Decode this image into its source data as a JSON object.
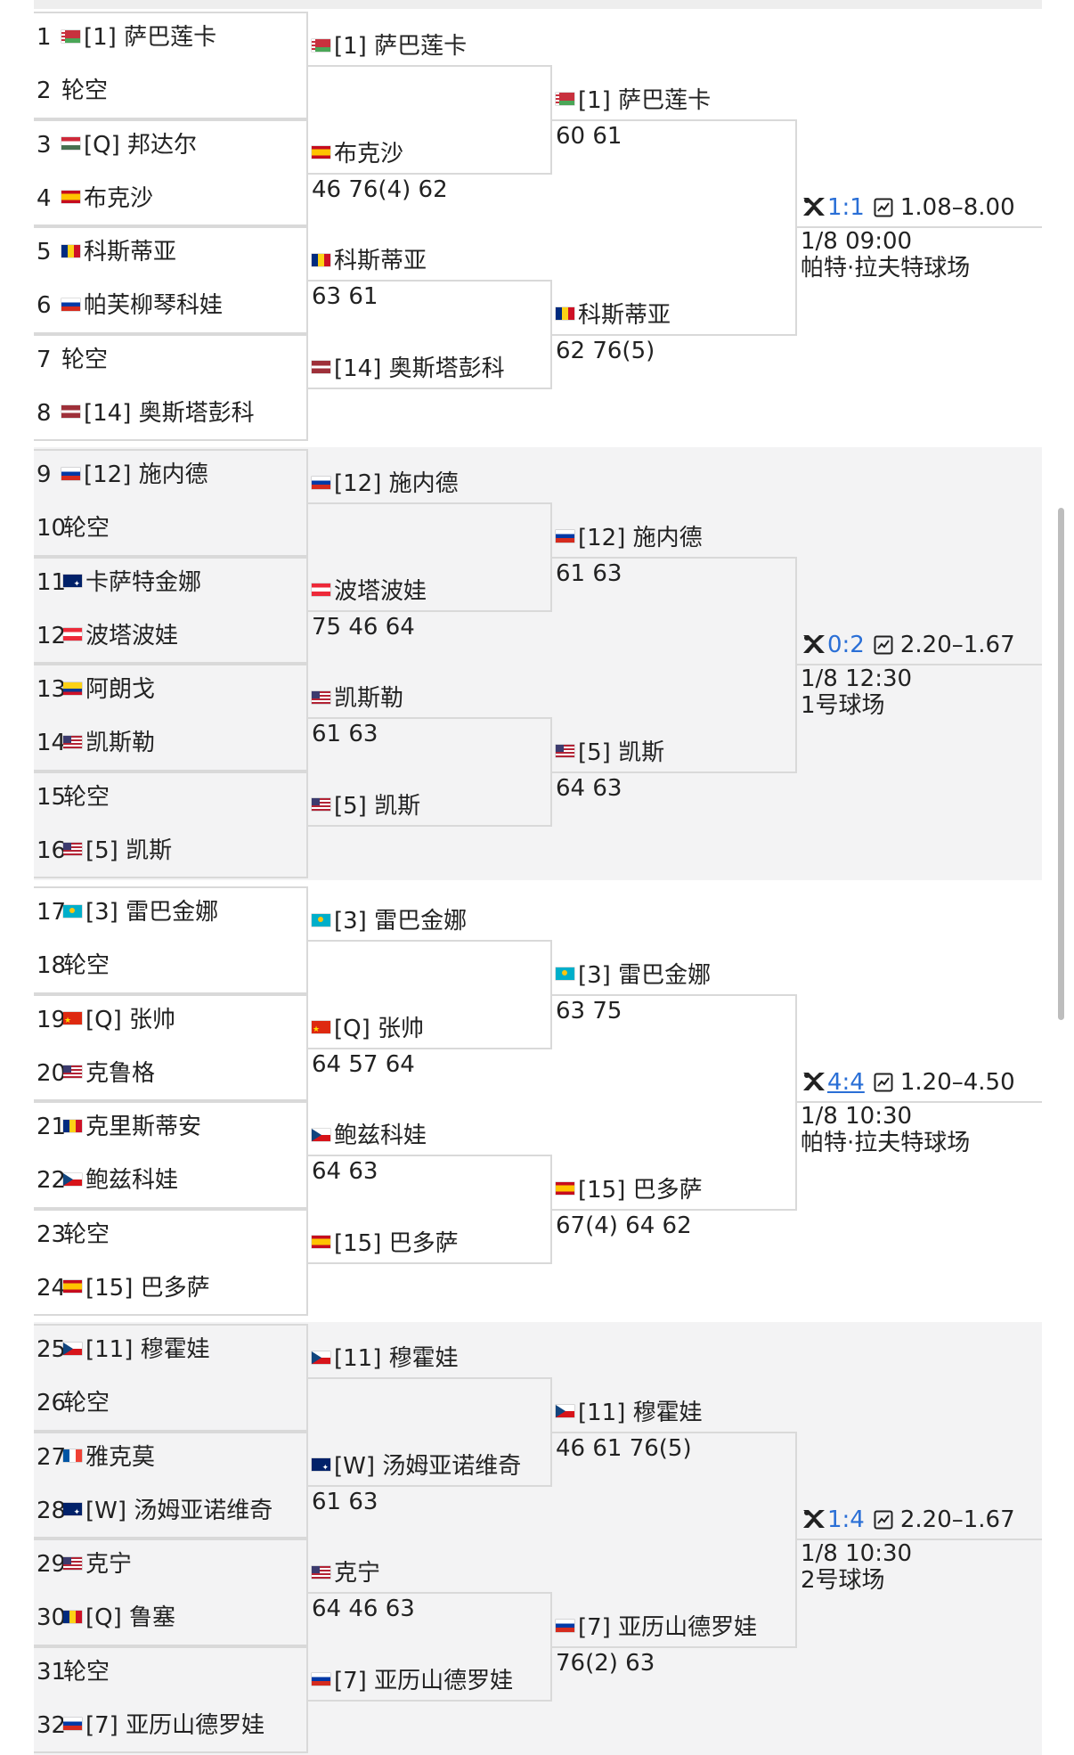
{
  "r1": [
    {
      "num": "1",
      "flag": "by",
      "name": "[1] 萨巴莲卡"
    },
    {
      "num": "2",
      "flag": "",
      "name": "轮空"
    },
    {
      "num": "3",
      "flag": "hu",
      "name": "[Q] 邦达尔"
    },
    {
      "num": "4",
      "flag": "es",
      "name": "布克沙"
    },
    {
      "num": "5",
      "flag": "ro",
      "name": "科斯蒂亚"
    },
    {
      "num": "6",
      "flag": "ru",
      "name": "帕芙柳琴科娃"
    },
    {
      "num": "7",
      "flag": "",
      "name": "轮空"
    },
    {
      "num": "8",
      "flag": "lv",
      "name": "[14] 奥斯塔彭科"
    },
    {
      "num": "9",
      "flag": "ru",
      "name": "[12] 施内德"
    },
    {
      "num": "10",
      "flag": "",
      "name": "轮空"
    },
    {
      "num": "11",
      "flag": "au",
      "name": "卡萨特金娜"
    },
    {
      "num": "12",
      "flag": "at",
      "name": "波塔波娃"
    },
    {
      "num": "13",
      "flag": "co",
      "name": "阿朗戈"
    },
    {
      "num": "14",
      "flag": "us",
      "name": "凯斯勒"
    },
    {
      "num": "15",
      "flag": "",
      "name": "轮空"
    },
    {
      "num": "16",
      "flag": "us",
      "name": "[5] 凯斯"
    },
    {
      "num": "17",
      "flag": "kz",
      "name": "[3] 雷巴金娜"
    },
    {
      "num": "18",
      "flag": "",
      "name": "轮空"
    },
    {
      "num": "19",
      "flag": "cn",
      "name": "[Q] 张帅"
    },
    {
      "num": "20",
      "flag": "us",
      "name": "克鲁格"
    },
    {
      "num": "21",
      "flag": "ro",
      "name": "克里斯蒂安"
    },
    {
      "num": "22",
      "flag": "cz",
      "name": "鲍兹科娃"
    },
    {
      "num": "23",
      "flag": "",
      "name": "轮空"
    },
    {
      "num": "24",
      "flag": "es",
      "name": "[15] 巴多萨"
    },
    {
      "num": "25",
      "flag": "cz",
      "name": "[11] 穆霍娃"
    },
    {
      "num": "26",
      "flag": "",
      "name": "轮空"
    },
    {
      "num": "27",
      "flag": "fr",
      "name": "雅克莫"
    },
    {
      "num": "28",
      "flag": "au",
      "name": "[W] 汤姆亚诺维奇"
    },
    {
      "num": "29",
      "flag": "us",
      "name": "克宁"
    },
    {
      "num": "30",
      "flag": "ro",
      "name": "[Q] 鲁塞"
    },
    {
      "num": "31",
      "flag": "",
      "name": "轮空"
    },
    {
      "num": "32",
      "flag": "ru",
      "name": "[7] 亚历山德罗娃"
    }
  ],
  "r2": [
    {
      "flag": "by",
      "name": "[1] 萨巴莲卡",
      "score": ""
    },
    {
      "flag": "es",
      "name": "布克沙",
      "score": "46 76(4) 62"
    },
    {
      "flag": "ro",
      "name": "科斯蒂亚",
      "score": "63 61"
    },
    {
      "flag": "lv",
      "name": "[14] 奥斯塔彭科",
      "score": ""
    },
    {
      "flag": "ru",
      "name": "[12] 施内德",
      "score": ""
    },
    {
      "flag": "at",
      "name": "波塔波娃",
      "score": "75 46 64"
    },
    {
      "flag": "us",
      "name": "凯斯勒",
      "score": "61 63"
    },
    {
      "flag": "us",
      "name": "[5] 凯斯",
      "score": ""
    },
    {
      "flag": "kz",
      "name": "[3] 雷巴金娜",
      "score": ""
    },
    {
      "flag": "cn",
      "name": "[Q] 张帅",
      "score": "64 57 64"
    },
    {
      "flag": "cz",
      "name": "鲍兹科娃",
      "score": "64 63"
    },
    {
      "flag": "es",
      "name": "[15] 巴多萨",
      "score": ""
    },
    {
      "flag": "cz",
      "name": "[11] 穆霍娃",
      "score": ""
    },
    {
      "flag": "au",
      "name": "[W] 汤姆亚诺维奇",
      "score": "61 63"
    },
    {
      "flag": "us",
      "name": "克宁",
      "score": "64 46 63"
    },
    {
      "flag": "ru",
      "name": "[7] 亚历山德罗娃",
      "score": ""
    }
  ],
  "r3": [
    {
      "flag": "by",
      "name": "[1] 萨巴莲卡",
      "score": "60 61"
    },
    {
      "flag": "ro",
      "name": "科斯蒂亚",
      "score": "62 76(5)"
    },
    {
      "flag": "ru",
      "name": "[12] 施内德",
      "score": "61 63"
    },
    {
      "flag": "us",
      "name": "[5] 凯斯",
      "score": "64 63"
    },
    {
      "flag": "kz",
      "name": "[3] 雷巴金娜",
      "score": "63 75"
    },
    {
      "flag": "es",
      "name": "[15] 巴多萨",
      "score": "67(4) 64 62"
    },
    {
      "flag": "cz",
      "name": "[11] 穆霍娃",
      "score": "46 61 76(5)"
    },
    {
      "flag": "ru",
      "name": "[7] 亚历山德罗娃",
      "score": "76(2) 63"
    }
  ],
  "r4": [
    {
      "h2h": "1:1",
      "underline": false,
      "odds": "1.08–8.00",
      "time": "1/8 09:00",
      "venue": "帕特·拉夫特球场"
    },
    {
      "h2h": "0:2",
      "underline": false,
      "odds": "2.20–1.67",
      "time": "1/8 12:30",
      "venue": "1号球场"
    },
    {
      "h2h": "4:4",
      "underline": true,
      "odds": "1.20–4.50",
      "time": "1/8 10:30",
      "venue": "帕特·拉夫特球场"
    },
    {
      "h2h": "1:4",
      "underline": false,
      "odds": "2.20–1.67",
      "time": "1/8 10:30",
      "venue": "2号球场"
    }
  ],
  "colors": {
    "link": "#2a6fd6",
    "line": "#d9d9d9",
    "section_bg": "#f3f3f4"
  },
  "icons": {
    "match": "tennis-match-icon",
    "odds": "odds-chart-icon"
  }
}
